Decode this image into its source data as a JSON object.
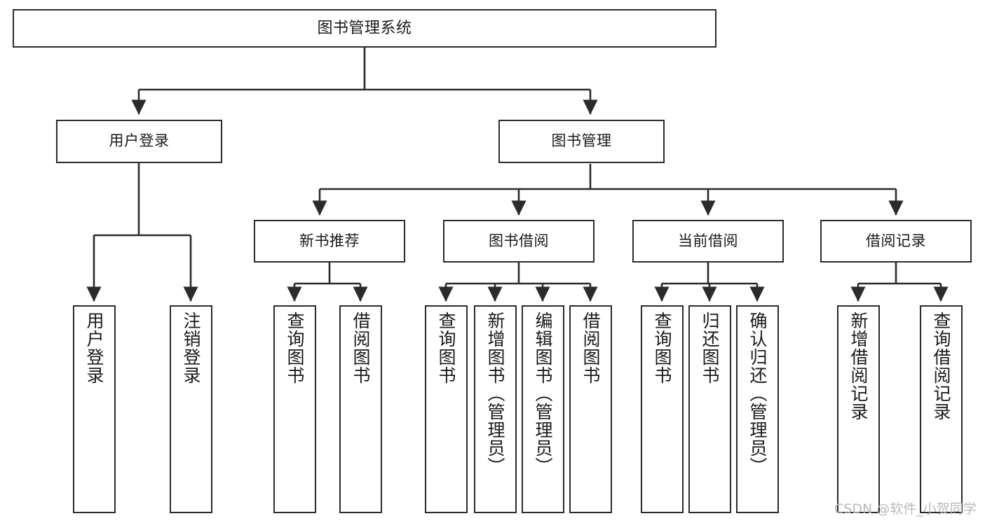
{
  "diagram": {
    "title": "图书管理系统",
    "type": "tree-hierarchy-diagram",
    "colors": {
      "box_border": "#2b2b2b",
      "box_fill": "#ffffff",
      "connector": "#2b2b2b",
      "text": "#1a1a1a",
      "watermark": "#b9b9b9",
      "background": "#ffffff"
    },
    "root": {
      "label": "图书管理系统"
    },
    "level2": [
      {
        "id": "user-login",
        "label": "用户登录"
      },
      {
        "id": "book-manage",
        "label": "图书管理"
      }
    ],
    "level3": [
      {
        "id": "new-book-recommend",
        "label": "新书推荐"
      },
      {
        "id": "book-borrow",
        "label": "图书借阅"
      },
      {
        "id": "current-borrow",
        "label": "当前借阅"
      },
      {
        "id": "borrow-record",
        "label": "借阅记录"
      }
    ],
    "leaves": {
      "user_login": [
        {
          "id": "leaf-user-login",
          "label": "用户登录"
        },
        {
          "id": "leaf-logout-login",
          "label": "注销登录"
        }
      ],
      "new_book_recommend": [
        {
          "id": "leaf-query-book-1",
          "label": "查询图书"
        },
        {
          "id": "leaf-borrow-book-1",
          "label": "借阅图书"
        }
      ],
      "book_borrow": [
        {
          "id": "leaf-query-book-2",
          "label": "查询图书"
        },
        {
          "id": "leaf-add-book",
          "label": "新增图书（管理员）"
        },
        {
          "id": "leaf-edit-book",
          "label": "编辑图书（管理员）"
        },
        {
          "id": "leaf-borrow-book-2",
          "label": "借阅图书"
        }
      ],
      "current_borrow": [
        {
          "id": "leaf-query-book-3",
          "label": "查询图书"
        },
        {
          "id": "leaf-return-book",
          "label": "归还图书"
        },
        {
          "id": "leaf-confirm-return",
          "label": "确认归还（管理员）"
        }
      ],
      "borrow_record": [
        {
          "id": "leaf-add-record",
          "label": "新增借阅记录"
        },
        {
          "id": "leaf-query-record",
          "label": "查询借阅记录"
        }
      ]
    }
  },
  "watermark": {
    "text": "CSDN @软件_小贺同学"
  }
}
